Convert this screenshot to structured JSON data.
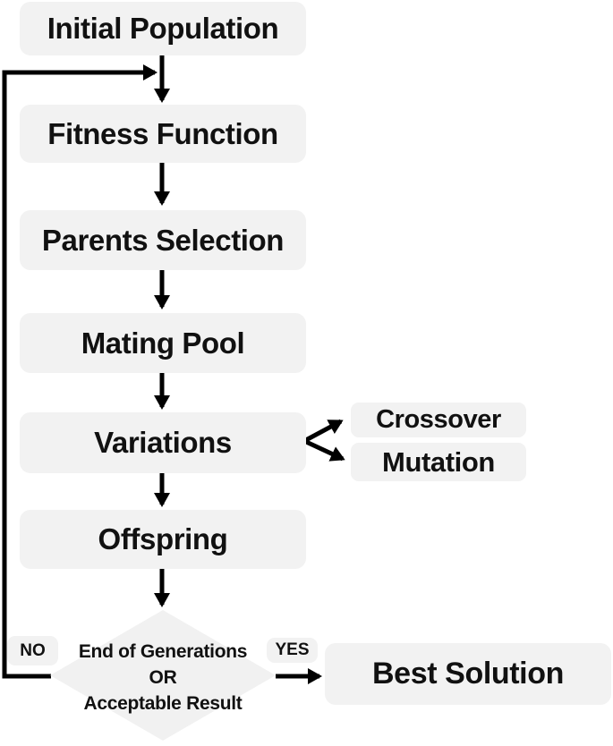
{
  "figure": {
    "type": "flowchart",
    "colors": {
      "node_fill": "#f2f2f2",
      "diamond_fill": "#f1f1f1",
      "arrow": "#000000",
      "text": "#111111",
      "background": "#ffffff"
    },
    "nodes": {
      "initial_population": "Initial Population",
      "fitness_function": "Fitness Function",
      "parents_selection": "Parents Selection",
      "mating_pool": "Mating Pool",
      "variations": "Variations",
      "crossover": "Crossover",
      "mutation": "Mutation",
      "offspring": "Offspring",
      "decision": {
        "line1": "End of Generations",
        "line2": "OR",
        "line3": "Acceptable Result"
      },
      "best_solution": "Best Solution"
    },
    "edge_labels": {
      "no": "NO",
      "yes": "YES"
    },
    "edges": [
      {
        "from": "Initial Population",
        "to": "Fitness Function",
        "label": ""
      },
      {
        "from": "Fitness Function",
        "to": "Parents Selection",
        "label": ""
      },
      {
        "from": "Parents Selection",
        "to": "Mating Pool",
        "label": ""
      },
      {
        "from": "Mating Pool",
        "to": "Variations",
        "label": ""
      },
      {
        "from": "Variations",
        "to": "Crossover",
        "label": ""
      },
      {
        "from": "Variations",
        "to": "Mutation",
        "label": ""
      },
      {
        "from": "Variations",
        "to": "Offspring",
        "label": ""
      },
      {
        "from": "Offspring",
        "to": "End of Generations OR Acceptable Result",
        "label": ""
      },
      {
        "from": "End of Generations OR Acceptable Result",
        "to": "Best Solution",
        "label": "YES"
      },
      {
        "from": "End of Generations OR Acceptable Result",
        "to": "Fitness Function",
        "label": "NO"
      }
    ]
  }
}
